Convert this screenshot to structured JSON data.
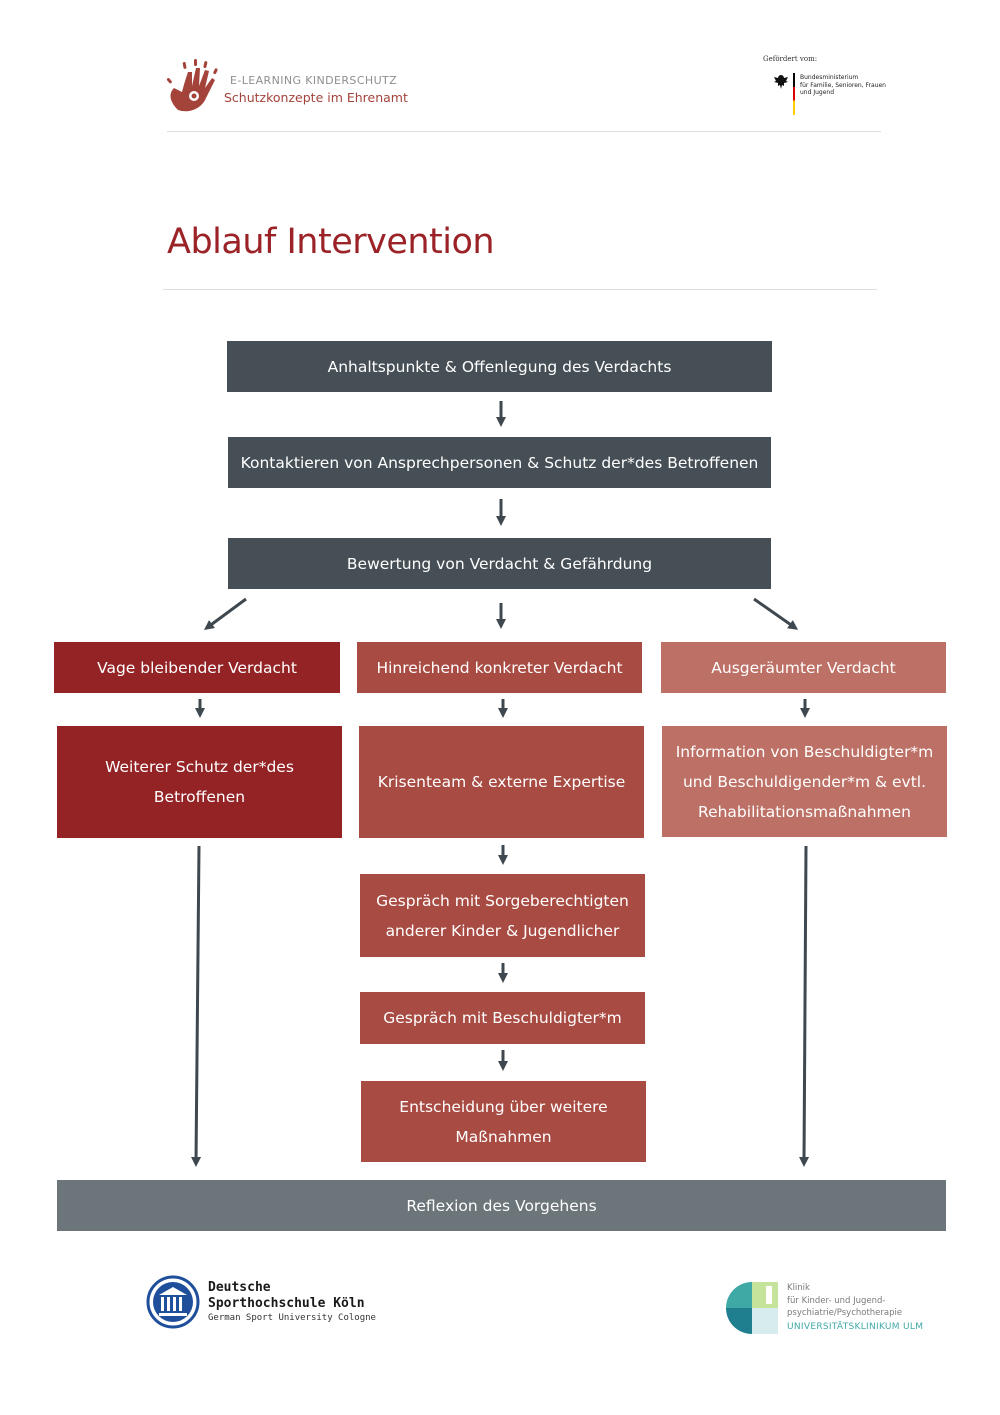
{
  "header": {
    "logo_line1": "E-LEARNING KINDERSCHUTZ",
    "logo_line2": "Schutzkonzepte im Ehrenamt",
    "logo_icon": "hand-print-icon",
    "funder_label": "Gefördert vom:",
    "funder_name_lines": [
      "Bundesministerium",
      "für Familie, Senioren, Frauen",
      "und Jugend"
    ],
    "funder_icon": "federal-eagle-icon"
  },
  "title": "Ablauf Intervention",
  "flow": {
    "step1": "Anhaltspunkte & Offenlegung des Verdachts",
    "step2": "Kontaktieren von Ansprechpersonen & Schutz der*des Betroffenen",
    "step3": "Bewertung von Verdacht & Gefährdung",
    "left": {
      "head": "Vage bleibender Verdacht",
      "body_lines": [
        "Weiterer Schutz der*des",
        "Betroffenen"
      ]
    },
    "center": {
      "head": "Hinreichend konkreter Verdacht",
      "step1": "Krisenteam & externe Expertise",
      "step2_lines": [
        "Gespräch mit Sorgeberechtigten",
        "anderer Kinder & Jugendlicher"
      ],
      "step3": "Gespräch mit Beschuldigter*m",
      "step4_lines": [
        "Entscheidung über weitere",
        "Maßnahmen"
      ]
    },
    "right": {
      "head": "Ausgeräumter Verdacht",
      "body_lines": [
        "Information von Beschuldigter*m",
        "und Beschuldigender*m & evtl.",
        "Rehabilitationsmaßnahmen"
      ]
    },
    "final": "Reflexion des Vorgehens",
    "colors": {
      "dark": "#454f55",
      "red_dark": "#942326",
      "red_mid": "#a84b43",
      "red_light": "#bd7065",
      "grey": "#6b757a",
      "title_red": "#9b2226"
    }
  },
  "footer": {
    "dshs_icon": "columns-seal-icon",
    "dshs_line1": "Deutsche",
    "dshs_line2": "Sporthochschule Köln",
    "dshs_line3": "German Sport University Cologne",
    "ulm_icon": "ulm-clinic-logo-icon",
    "ulm_lines": [
      "Klinik",
      "für Kinder- und Jugend-",
      "psychiatrie/Psychotherapie"
    ],
    "ulm_name": "UNIVERSITÄTSKLINIKUM ULM"
  }
}
